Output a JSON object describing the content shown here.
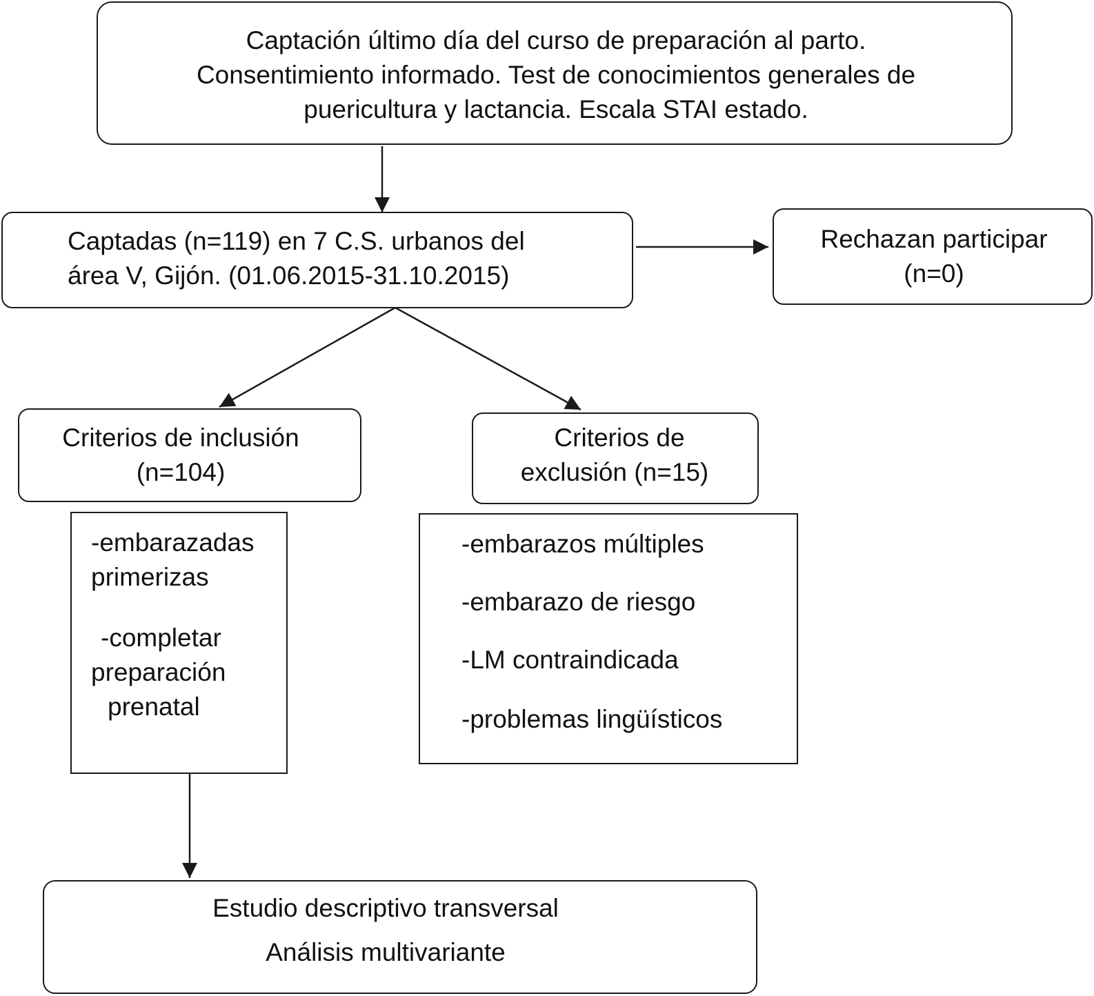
{
  "recruitment": {
    "lines": [
      "Captación último día del curso de preparación al parto.",
      "Consentimiento informado. Test de conocimientos generales de",
      "puericultura y lactancia. Escala STAI estado."
    ]
  },
  "captured": {
    "lines": [
      "Captadas (n=119) en 7 C.S. urbanos del",
      "área V, Gijón. (01.06.2015-31.10.2015)"
    ]
  },
  "refused": {
    "lines": [
      "Rechazan participar",
      "(n=0)"
    ]
  },
  "inclusion": {
    "lines": [
      "Criterios de inclusión",
      "(n=104)"
    ],
    "items": [
      "-embarazadas",
      "primerizas",
      "-completar",
      "preparación",
      "prenatal"
    ]
  },
  "exclusion": {
    "lines": [
      "Criterios de",
      "exclusión (n=15)"
    ],
    "items": [
      "-embarazos múltiples",
      "-embarazo de riesgo",
      "-LM contraindicada",
      "-problemas lingüísticos"
    ]
  },
  "study": {
    "lines": [
      "Estudio descriptivo transversal",
      "Análisis multivariante"
    ]
  }
}
